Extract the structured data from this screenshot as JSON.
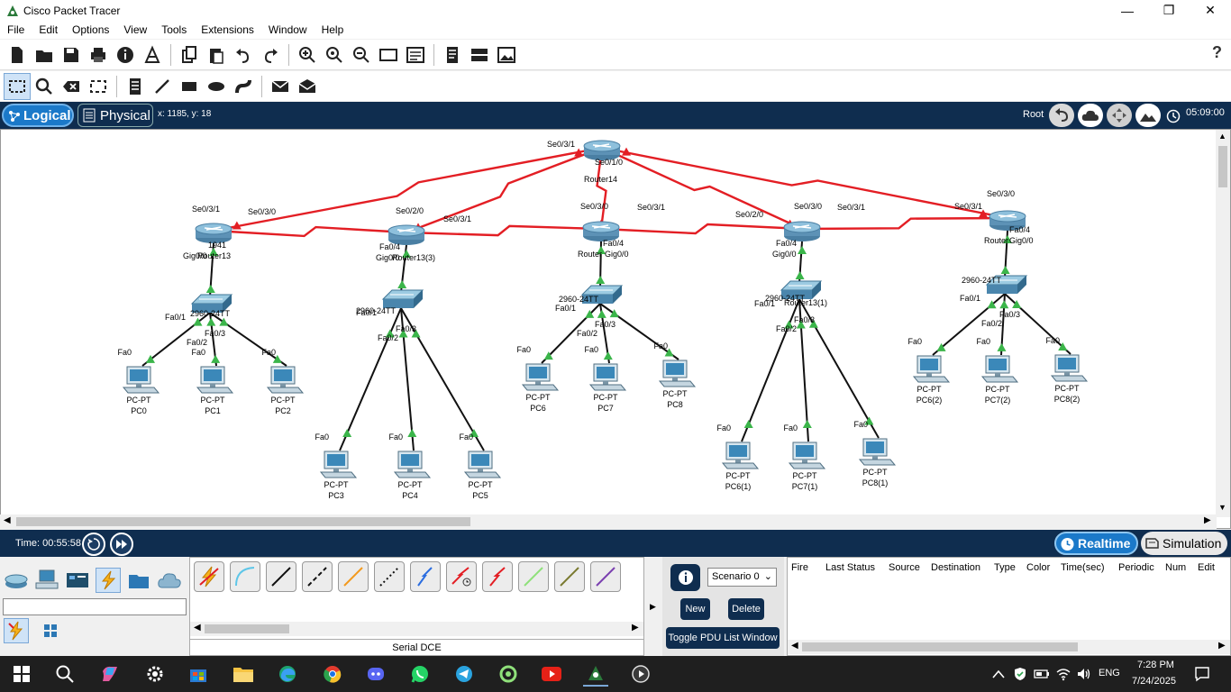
{
  "window": {
    "title": "Cisco Packet Tracer",
    "minimize": "—",
    "maximize": "❐",
    "close": "✕"
  },
  "menu": [
    "File",
    "Edit",
    "Options",
    "View",
    "Tools",
    "Extensions",
    "Window",
    "Help"
  ],
  "help_glyph": "?",
  "modebar": {
    "logical": "Logical",
    "physical": "Physical",
    "coords": "x: 1185, y: 18",
    "root": "Root",
    "clock": "05:09:00"
  },
  "topology": {
    "link_color": "#e31e24",
    "cable_color": "#111111",
    "up_color": "#3bb54a",
    "routers": [
      {
        "id": "router14",
        "labels": [
          "Se0/3/1",
          "Se0/1/0",
          "Router14"
        ]
      },
      {
        "id": "router13",
        "labels": [
          "Se0/3/1",
          "Se0/3/0",
          "1941",
          "Gig0/0",
          "Router13"
        ]
      },
      {
        "id": "router13-3",
        "labels": [
          "Se0/2/0",
          "Se0/3/1",
          "Fa0/4",
          "Gig0/0",
          "Router13(3)"
        ]
      },
      {
        "id": "router-c",
        "labels": [
          "Se0/3/0",
          "Se0/3/1",
          "Fa0/4",
          "Router",
          "Gig0/0"
        ]
      },
      {
        "id": "router13-1",
        "labels": [
          "Se0/2/0",
          "Se0/3/0",
          "Se0/3/1",
          "Fa0/4",
          "Gig0/0",
          "Router13(1)"
        ]
      },
      {
        "id": "router-e",
        "labels": [
          "Se0/3/1",
          "Se0/3/0",
          "Fa0/4",
          "Router",
          "Gig0/0"
        ]
      }
    ],
    "switches": [
      {
        "id": "sw-a",
        "labels": [
          "2960-24TT",
          "Fa0/1",
          "Fa0/2",
          "Fa0/3"
        ]
      },
      {
        "id": "sw-b",
        "labels": [
          "2960-24TT",
          "Fa0/1",
          "Fa0/2",
          "Fa0/3"
        ]
      },
      {
        "id": "sw-c",
        "labels": [
          "2960-24TT",
          "Fa0/1",
          "Fa0/2",
          "Fa0/3"
        ]
      },
      {
        "id": "sw-d",
        "labels": [
          "2960-24TT",
          "Fa0/1",
          "Fa0/2",
          "Fa0/3"
        ]
      },
      {
        "id": "sw-e",
        "labels": [
          "2960-24TT",
          "Fa0/1",
          "Fa0/2",
          "Fa0/3"
        ]
      }
    ],
    "pcs": [
      {
        "type": "PC-PT",
        "name": "PC0",
        "port": "Fa0"
      },
      {
        "type": "PC-PT",
        "name": "PC1",
        "port": "Fa0"
      },
      {
        "type": "PC-PT",
        "name": "PC2",
        "port": "Fa0"
      },
      {
        "type": "PC-PT",
        "name": "PC3",
        "port": "Fa0"
      },
      {
        "type": "PC-PT",
        "name": "PC4",
        "port": "Fa0"
      },
      {
        "type": "PC-PT",
        "name": "PC5",
        "port": "Fa0"
      },
      {
        "type": "PC-PT",
        "name": "PC6",
        "port": "Fa0"
      },
      {
        "type": "PC-PT",
        "name": "PC7",
        "port": "Fa0"
      },
      {
        "type": "PC-PT",
        "name": "PC8",
        "port": "Fa0"
      },
      {
        "type": "PC-PT",
        "name": "PC6(1)",
        "port": "Fa0"
      },
      {
        "type": "PC-PT",
        "name": "PC7(1)",
        "port": "Fa0"
      },
      {
        "type": "PC-PT",
        "name": "PC8(1)",
        "port": "Fa0"
      },
      {
        "type": "PC-PT",
        "name": "PC6(2)",
        "port": "Fa0"
      },
      {
        "type": "PC-PT",
        "name": "PC7(2)",
        "port": "Fa0"
      },
      {
        "type": "PC-PT",
        "name": "PC8(2)",
        "port": "Fa0"
      }
    ]
  },
  "timebar": {
    "time": "Time: 00:55:58",
    "realtime": "Realtime",
    "simulation": "Simulation"
  },
  "bottom": {
    "connection_name": "Serial DCE",
    "scenario": "Scenario 0",
    "new": "New",
    "delete": "Delete",
    "toggle_pdu": "Toggle PDU List Window",
    "pdu_columns": [
      "Fire",
      "Last Status",
      "Source",
      "Destination",
      "Type",
      "Color",
      "Time(sec)",
      "Periodic",
      "Num",
      "Edit"
    ]
  },
  "taskbar": {
    "lang": "ENG",
    "time": "7:28 PM",
    "date": "7/24/2025"
  }
}
